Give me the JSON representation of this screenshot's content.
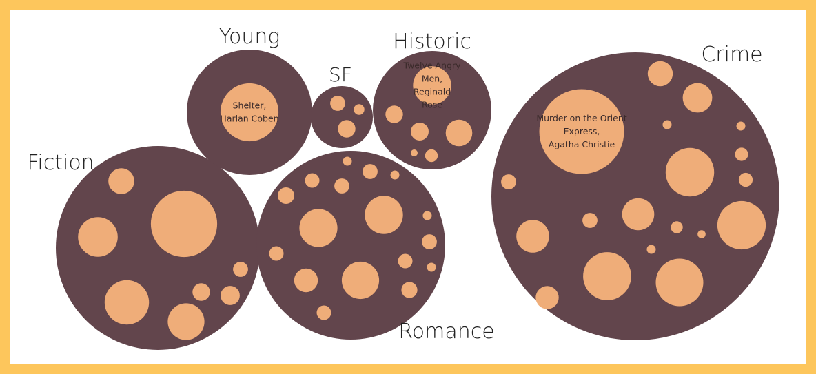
{
  "colors": {
    "border": "#fdc65c",
    "background": "#ffffff",
    "group_fill": "#62454c",
    "leaf_fill": "#efad79"
  },
  "chart_data": {
    "type": "packed-circles",
    "groups": [
      {
        "name": "Fiction",
        "books": [
          {
            "label": "",
            "value": 27.4
          },
          {
            "label": "",
            "value": 12.3
          },
          {
            "label": "",
            "value": 9.8
          },
          {
            "label": "",
            "value": 8.4
          },
          {
            "label": "",
            "value": 4.2
          },
          {
            "label": "",
            "value": 2.3
          },
          {
            "label": "",
            "value": 1.9
          },
          {
            "label": "",
            "value": 1.4
          }
        ]
      },
      {
        "name": "Young",
        "books": [
          {
            "label": "Shelter,\nHarlan Coben",
            "value": 21
          }
        ]
      },
      {
        "name": "SF",
        "books": [
          {
            "label": "",
            "value": 1.9
          },
          {
            "label": "",
            "value": 1.4
          },
          {
            "label": "",
            "value": 0.7
          }
        ]
      },
      {
        "name": "Historic",
        "books": [
          {
            "label": "Twelve Angry\nMen,\nReginald\nRose",
            "value": 9.1
          },
          {
            "label": "",
            "value": 4.4
          },
          {
            "label": "",
            "value": 2.0
          },
          {
            "label": "",
            "value": 1.9
          },
          {
            "label": "",
            "value": 1.0
          },
          {
            "label": "",
            "value": 0.3
          }
        ]
      },
      {
        "name": "Romance",
        "books": [
          {
            "label": "",
            "value": 9.1
          },
          {
            "label": "",
            "value": 9.0
          },
          {
            "label": "",
            "value": 8.7
          },
          {
            "label": "",
            "value": 3.5
          },
          {
            "label": "",
            "value": 1.7
          },
          {
            "label": "",
            "value": 1.6
          },
          {
            "label": "",
            "value": 1.4
          },
          {
            "label": "",
            "value": 1.4
          },
          {
            "label": "",
            "value": 1.4
          },
          {
            "label": "",
            "value": 1.3
          },
          {
            "label": "",
            "value": 1.3
          },
          {
            "label": "",
            "value": 1.3
          },
          {
            "label": "",
            "value": 1.3
          },
          {
            "label": "",
            "value": 0.5
          },
          {
            "label": "",
            "value": 0.5
          },
          {
            "label": "",
            "value": 0.5
          },
          {
            "label": "",
            "value": 0.5
          }
        ]
      },
      {
        "name": "Crime",
        "books": [
          {
            "label": "Murder on the Orient\nExpress,\nAgatha Christie",
            "value": 44.8
          },
          {
            "label": "",
            "value": 14.7
          },
          {
            "label": "",
            "value": 14.6
          },
          {
            "label": "",
            "value": 14.4
          },
          {
            "label": "",
            "value": 14.1
          },
          {
            "label": "",
            "value": 6.7
          },
          {
            "label": "",
            "value": 6.4
          },
          {
            "label": "",
            "value": 5.4
          },
          {
            "label": "",
            "value": 3.9
          },
          {
            "label": "",
            "value": 3.3
          },
          {
            "label": "",
            "value": 1.4
          },
          {
            "label": "",
            "value": 1.4
          },
          {
            "label": "",
            "value": 1.2
          },
          {
            "label": "",
            "value": 1.1
          },
          {
            "label": "",
            "value": 0.9
          },
          {
            "label": "",
            "value": 0.5
          },
          {
            "label": "",
            "value": 0.5
          },
          {
            "label": "",
            "value": 0.4
          },
          {
            "label": "",
            "value": 0.5
          }
        ]
      }
    ]
  }
}
